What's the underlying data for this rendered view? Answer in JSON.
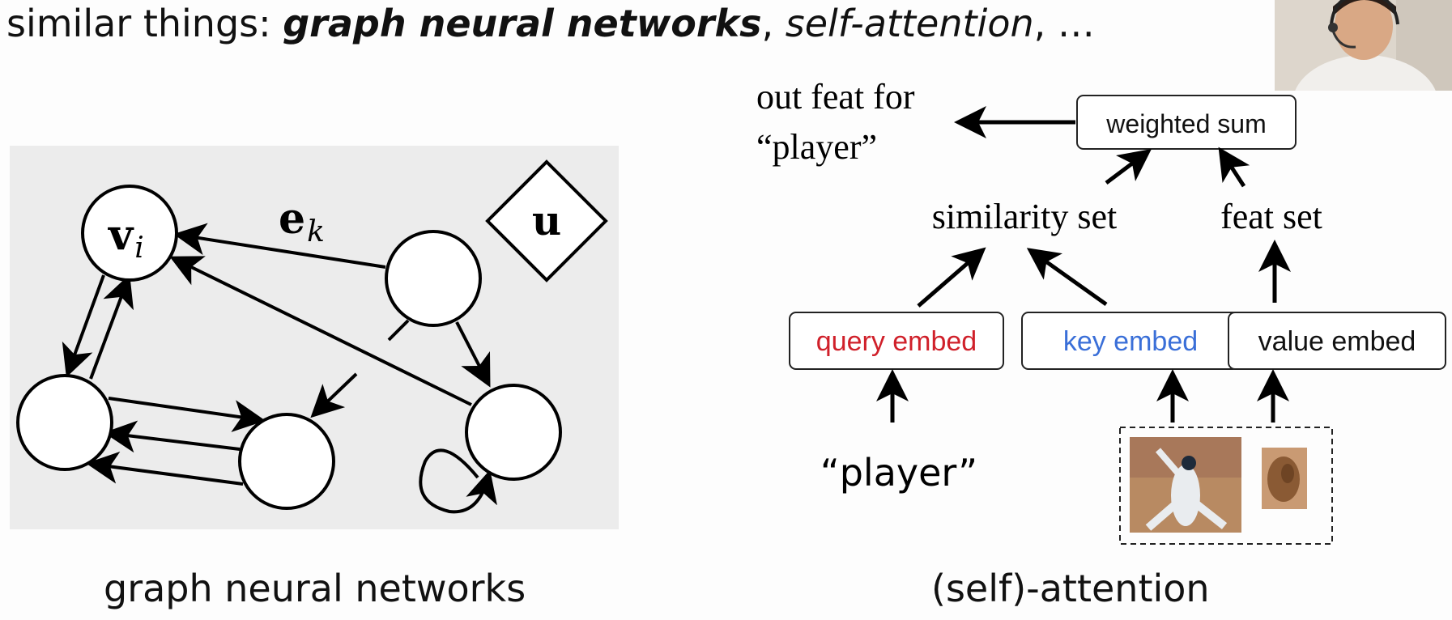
{
  "title": {
    "prefix": "similar things: ",
    "gnn": "graph neural networks",
    "sep1": ", ",
    "attn": "self-attention",
    "suffix": ", …"
  },
  "gnn_diagram": {
    "node_vi": "v",
    "node_vi_sub": "i",
    "edge_ek": "e",
    "edge_ek_sub": "k",
    "global_u": "u",
    "caption": "graph neural networks"
  },
  "attention_diagram": {
    "out_feat_line1": "out feat for",
    "out_feat_line2": "“player”",
    "weighted_sum": "weighted sum",
    "similarity_set": "similarity set",
    "feat_set": "feat set",
    "query_embed": "query embed",
    "key_embed": "key embed",
    "value_embed": "value embed",
    "player_word": "“player”",
    "caption": "(self)-attention",
    "query_color": "#d0202a",
    "key_color": "#3a6fd8"
  }
}
